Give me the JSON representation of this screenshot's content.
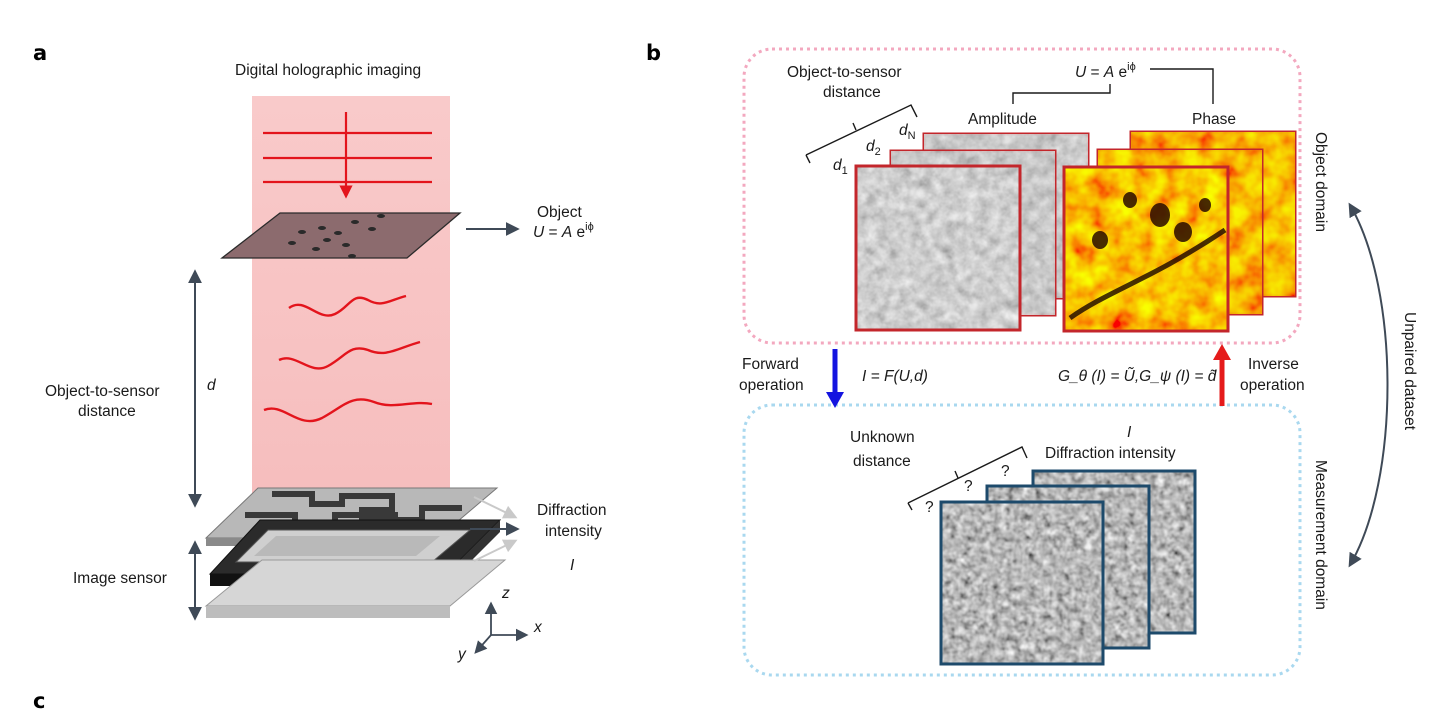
{
  "panel_labels": {
    "a": "a",
    "b": "b",
    "c": "c"
  },
  "panel_a": {
    "title": "Digital holographic imaging",
    "object_label": "Object",
    "object_eq_lhs": "U",
    "object_eq_eq": " = ",
    "object_eq_A": "A",
    "object_eq_e": " e",
    "object_eq_exp": "iϕ",
    "distance_label_line1": "Object-to-sensor",
    "distance_label_line2": "distance",
    "distance_symbol": "d",
    "diffraction_line1": "Diffraction",
    "diffraction_line2": "intensity",
    "intensity_symbol": "I",
    "sensor_label": "Image sensor",
    "axis_z": "z",
    "axis_x": "x",
    "axis_y": "y"
  },
  "panel_b": {
    "distance_label_line1": "Object-to-sensor",
    "distance_label_line2": "distance",
    "d1": "d",
    "d1_sub": "1",
    "d2": "d",
    "d2_sub": "2",
    "dN": "d",
    "dN_sub": "N",
    "amplitude_label": "Amplitude",
    "phase_label": "Phase",
    "eq_lhs": "U",
    "eq_eq": " = ",
    "eq_A": "A",
    "eq_e": " e",
    "eq_exp": "iϕ",
    "object_domain": "Object domain",
    "measurement_domain": "Measurement domain",
    "unpaired_dataset": "Unpaired dataset",
    "forward_line1": "Forward",
    "forward_line2": "operation",
    "forward_eq": "I = F(U,d)",
    "inverse_line1": "Inverse",
    "inverse_line2": "operation",
    "inverse_eq": "G_θ (I) = Ũ,G_ψ (I) = d̃",
    "unknown_line1": "Unknown",
    "unknown_line2": "distance",
    "q1": "?",
    "q2": "?",
    "q3": "?",
    "intensity_symbol": "I",
    "diffraction_label": "Diffraction intensity"
  },
  "colors": {
    "beam": "#f9caca",
    "wave_red": "#e3141c",
    "object_border": "#c3262b",
    "measure_border": "#1d4a6b",
    "object_box": "#f3a8bf",
    "measure_box": "#a9d8ef",
    "forward_arrow": "#1414e0",
    "inverse_arrow": "#e51b1b",
    "axis_gray": "#3f4a57"
  },
  "icons": [
    "forward-arrow-icon",
    "inverse-arrow-icon",
    "axis-icon"
  ]
}
